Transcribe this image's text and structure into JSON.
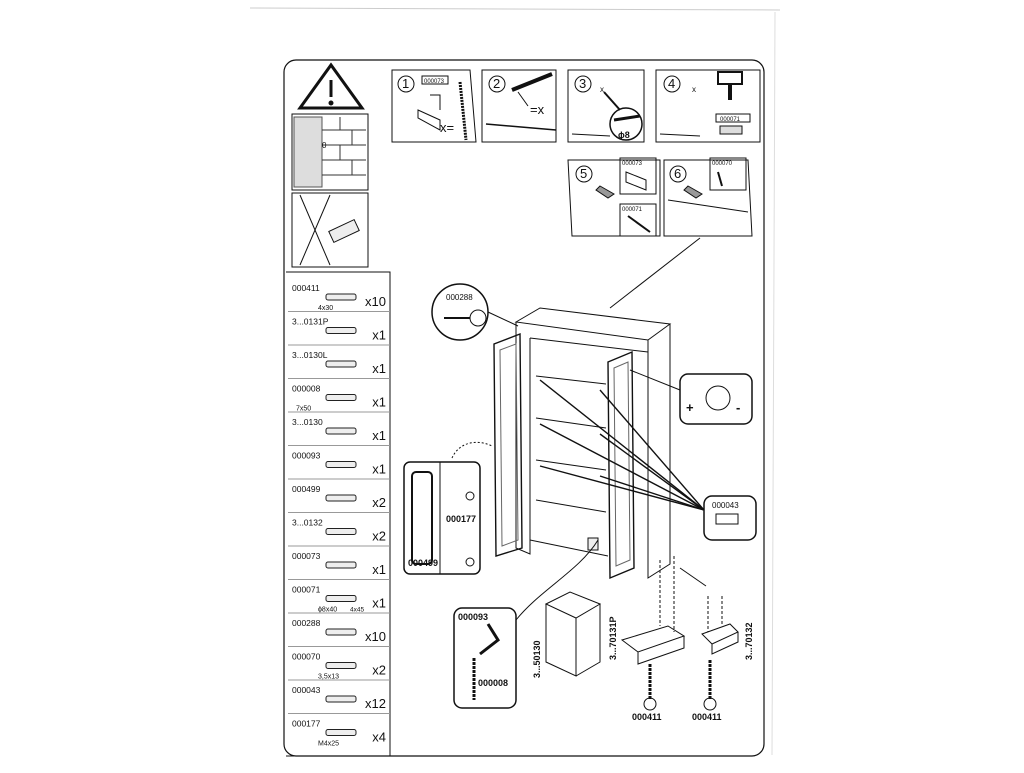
{
  "steps": [
    {
      "num": "1",
      "tag": "000073",
      "text": "x="
    },
    {
      "num": "2",
      "text": "=x"
    },
    {
      "num": "3",
      "text": "x",
      "sub": "ϕ8"
    },
    {
      "num": "4",
      "text": "x",
      "tag": "000071"
    },
    {
      "num": "5",
      "tag": "000073",
      "tag2": "000071"
    },
    {
      "num": "6",
      "tag": "000070"
    }
  ],
  "wall_note": "0",
  "parts": [
    {
      "code": "000411",
      "sub": "4x30",
      "qty": "x10"
    },
    {
      "code": "3...0131P",
      "sub": "",
      "qty": "x1"
    },
    {
      "code": "3...0130L",
      "sub": "",
      "qty": "x1"
    },
    {
      "code": "000008",
      "sub": "7x50",
      "qty": "x1"
    },
    {
      "code": "3...0130",
      "sub": "",
      "qty": "x1"
    },
    {
      "code": "000093",
      "sub": "",
      "qty": "x1"
    },
    {
      "code": "000499",
      "sub": "",
      "qty": "x2"
    },
    {
      "code": "3...0132",
      "sub": "",
      "qty": "x2"
    },
    {
      "code": "000073",
      "sub": "",
      "qty": "x1"
    },
    {
      "code": "000071",
      "sub": "ϕ8x40",
      "sub2": "4x45",
      "qty": "x1"
    },
    {
      "code": "000288",
      "sub": "",
      "qty": "x10"
    },
    {
      "code": "000070",
      "sub": "3,5x13",
      "qty": "x2"
    },
    {
      "code": "000043",
      "sub": "",
      "qty": "x12"
    },
    {
      "code": "000177",
      "sub": "M4x25",
      "qty": "x4"
    }
  ],
  "callouts": {
    "knob": "000288",
    "shelf_pin": "000043",
    "adjust_plus": "+",
    "adjust_minus": "-",
    "handle_screw": "000177",
    "handle": "000499",
    "wrench": "000093",
    "dowel": "000008",
    "block": "3...50130",
    "foot_left": "3...70131P",
    "foot_right": "3...70132",
    "screw_left": "000411",
    "screw_right": "000411"
  }
}
